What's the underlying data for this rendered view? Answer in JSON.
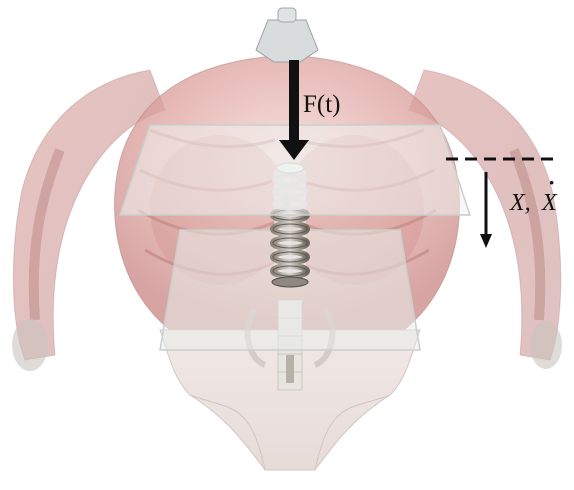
{
  "figure": {
    "labels": {
      "force": "F(t)",
      "displacement_symbol": "X",
      "separator": ",",
      "velocity_symbol": "X",
      "velocity_dot": "·"
    },
    "colors": {
      "background": "#ffffff",
      "tissue": "#d9a3a0",
      "tissue_dark": "#b26e6c",
      "bone": "#e9e6e2",
      "plate": "#e8ecea",
      "plate_edge": "#c9cfcc",
      "spring": "#5f5a52",
      "arrow": "#111111"
    },
    "icons": {
      "force_arrow": "down-arrow-thick",
      "displacement_arrow": "down-arrow-thin",
      "reference_line": "dashed-line",
      "spring": "coil-spring"
    }
  }
}
